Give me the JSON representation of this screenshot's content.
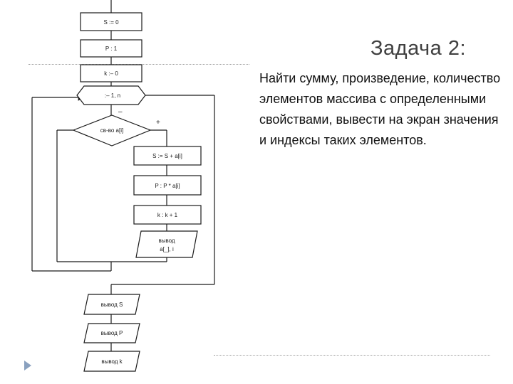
{
  "title": "Задача 2:",
  "body_text": "Найти сумму, произведение, количество элементов массива с определенными свойствами, вывести на экран значения и индексы таких элементов.",
  "flowchart": {
    "init_s": "S := 0",
    "init_p": "P :  1",
    "init_k": "k :– 0",
    "loop_header": ":– 1, n",
    "condition": "св-во a[i]",
    "branch_yes": "+",
    "branch_no": "–",
    "add_s": "S := S + a[i]",
    "mul_p": "P :  P * a[i]",
    "inc_k": "k :  k + 1",
    "output_in_loop_line1": "вывод",
    "output_in_loop_line2": "a[_], i",
    "output_s": "вывод S",
    "output_p": "вывод P",
    "output_k": "вывод k"
  },
  "colors": {
    "title": "#404040",
    "text": "#111111",
    "lines": "#1a1a1a",
    "bullet": "#8aa1bf"
  }
}
